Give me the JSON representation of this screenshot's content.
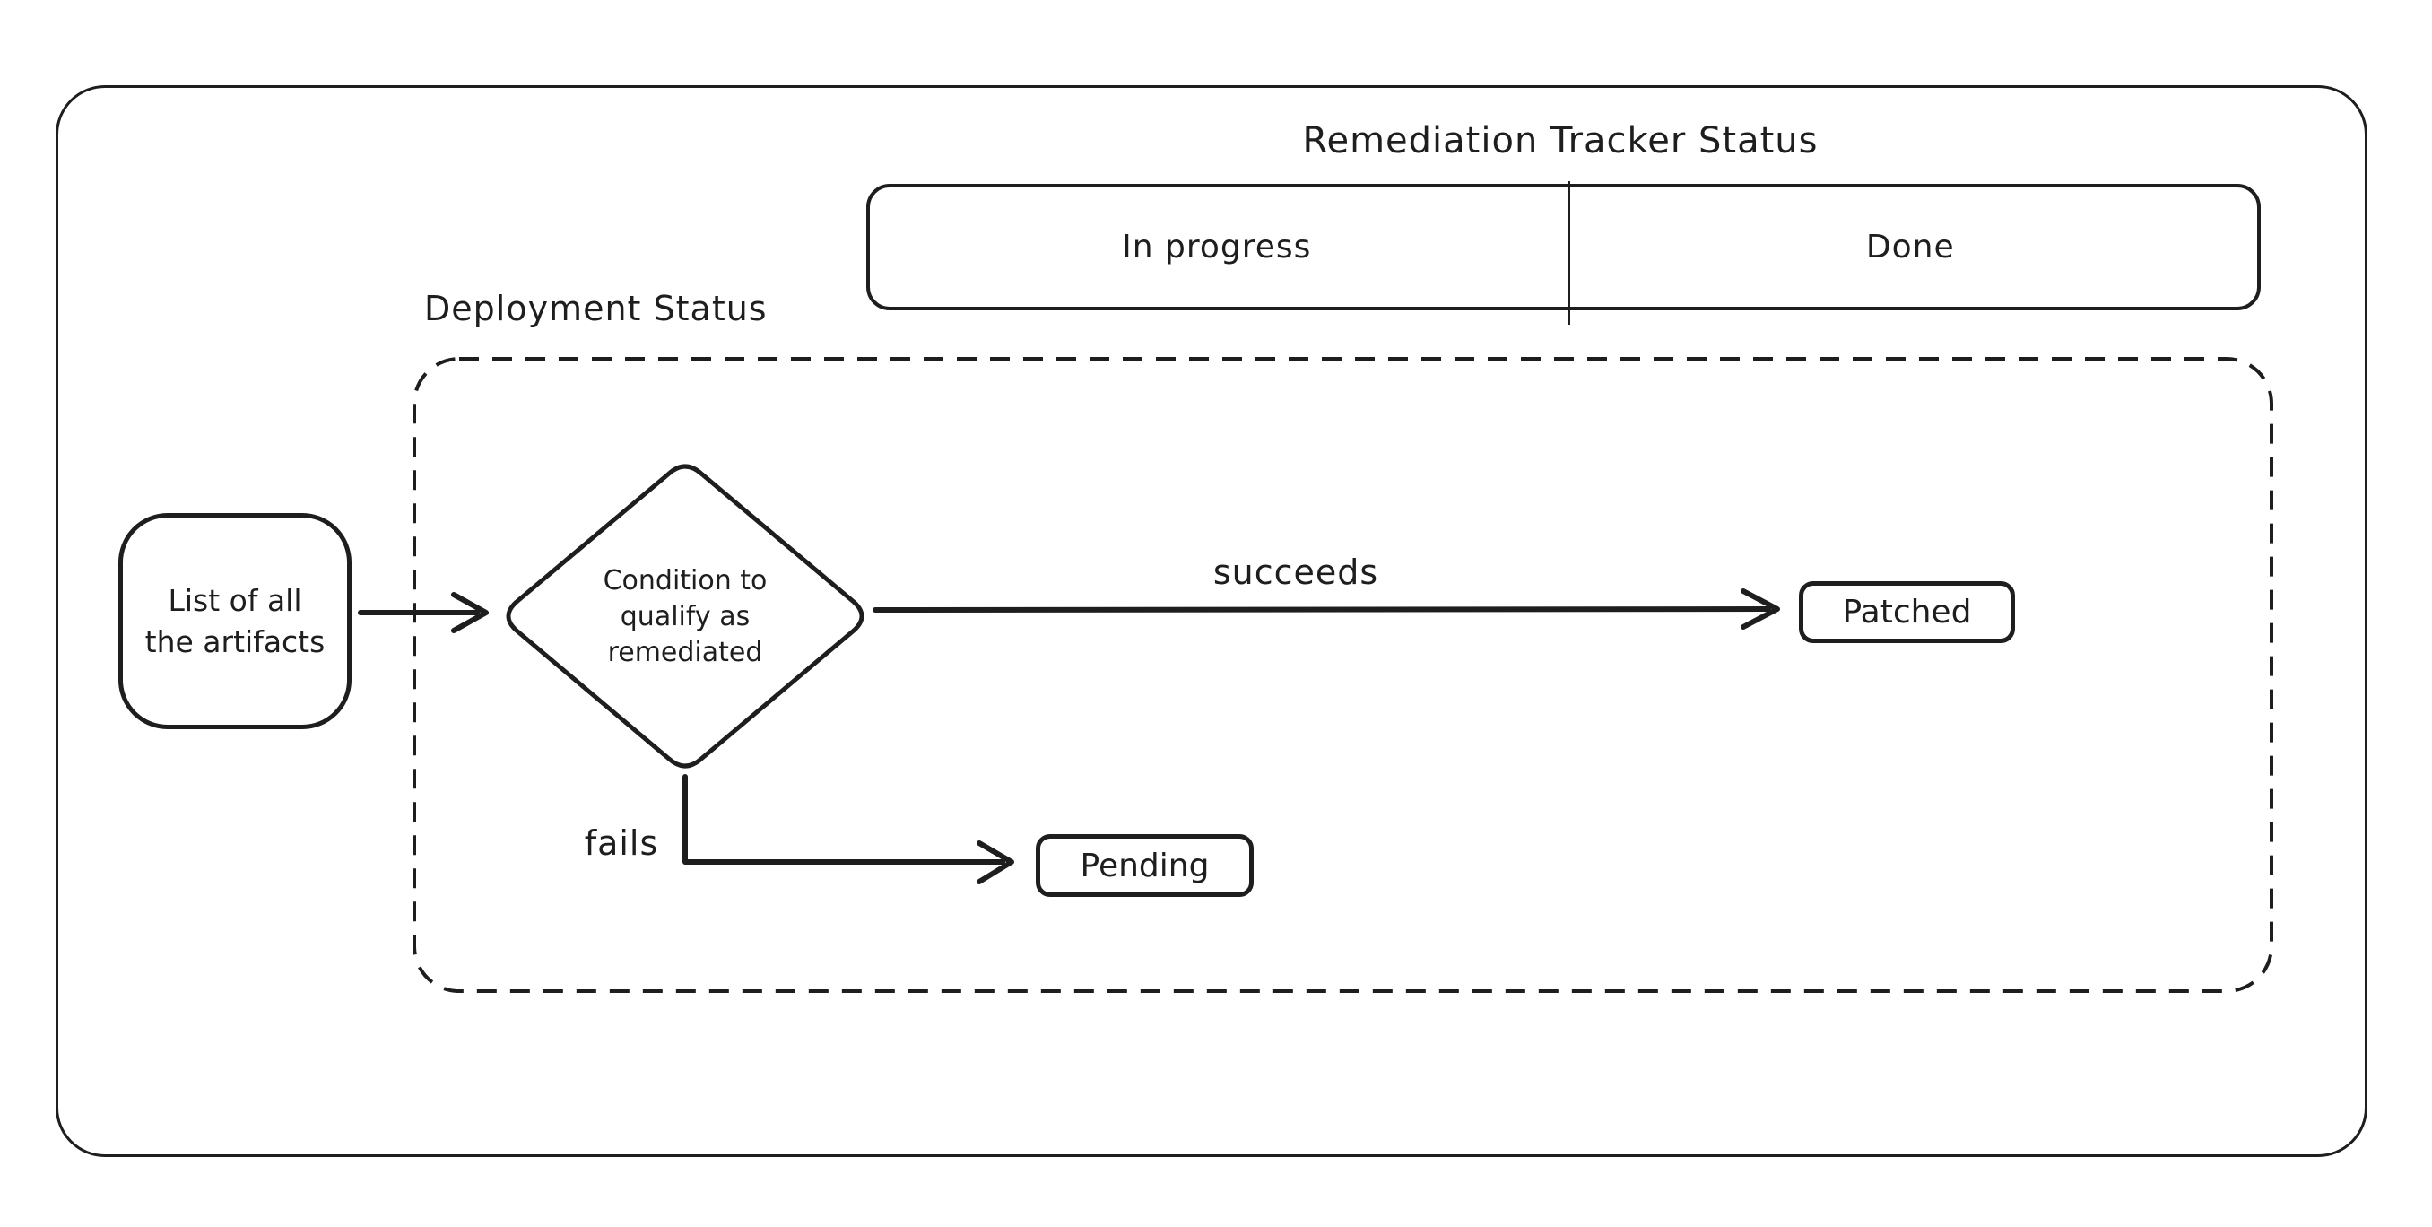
{
  "colors": {
    "stroke": "#1e1e1e",
    "background": "#ffffff"
  },
  "tracker": {
    "title": "Remediation Tracker Status",
    "columns": [
      {
        "label": "In progress"
      },
      {
        "label": "Done"
      }
    ]
  },
  "deployment": {
    "label": "Deployment Status",
    "source": {
      "lines": [
        "List of all",
        "the artifacts"
      ]
    },
    "decision": {
      "lines": [
        "Condition to",
        "qualify as",
        "remediated"
      ]
    },
    "edges": {
      "succeeds": "succeeds",
      "fails": "fails"
    },
    "outcomes": {
      "patched": "Patched",
      "pending": "Pending"
    }
  }
}
